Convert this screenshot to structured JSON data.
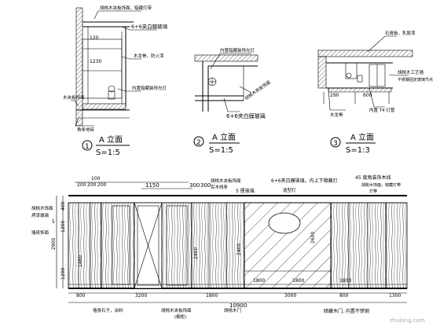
{
  "details": [
    {
      "number": "1",
      "title": "A 立面",
      "scale": "S=1:5",
      "labels": [
        "胡桃木夹板饰面，暗藏灯带",
        "6+6夹白膜玻璃",
        "木龙骨，防火漆",
        "内置暗藏装饰光灯",
        "木夹板饰面",
        "角条地砖"
      ],
      "dims": [
        "120",
        "1230"
      ]
    },
    {
      "number": "2",
      "title": "A 立面",
      "scale": "S=1:5",
      "labels": [
        "内置暗藏装饰光灯",
        "胡桃木夹板饰面",
        "6+6夹白膜玻璃"
      ]
    },
    {
      "number": "3",
      "title": "A 立面",
      "scale": "S=1:3",
      "labels": [
        "石膏板，乳胶漆",
        "胡桃木工艺墙",
        "不锈钢固定玻璃节点",
        "内置 T4 灯管",
        "木龙骨"
      ],
      "dims": [
        "290",
        "600"
      ]
    }
  ],
  "elevation": {
    "top_dims": [
      "100",
      "200",
      "200",
      "200",
      "1150",
      "300",
      "300"
    ],
    "left_dims": [
      "400",
      "1200",
      "2900",
      "1480",
      "1200"
    ],
    "inner_dims": [
      "2400",
      "2400",
      "2600",
      "1800",
      "1800",
      "1800"
    ],
    "bottom_dims": [
      "800",
      "3200",
      "1800",
      "3000",
      "800",
      "1300"
    ],
    "total": "10900",
    "labels": {
      "left_a": "胡桃木饰面",
      "left_b": "烤漆玻璃",
      "left_c": "墙纸饰面",
      "left_num": "5",
      "mid_a": "胡桃木夹板饰面",
      "mid_b": "实木线条",
      "mid_c": "5 厘玻璃",
      "glass": "6+6夹白膜玻璃，内上下暗藏灯",
      "logo": "造型灯",
      "right": "45 度角装饰木线",
      "right_b": "胡桃木饰面，暗藏灯带",
      "right_c": "灯带",
      "bottom_a": "墙身石子，涂料",
      "bottom_b": "胡桃木夹板饰面",
      "bottom_b2": "(橱柜)",
      "bottom_c": "胡桃木门",
      "footer": "暗藏木门, 内置不锈钢",
      "watermark": "zhulong.com"
    }
  }
}
